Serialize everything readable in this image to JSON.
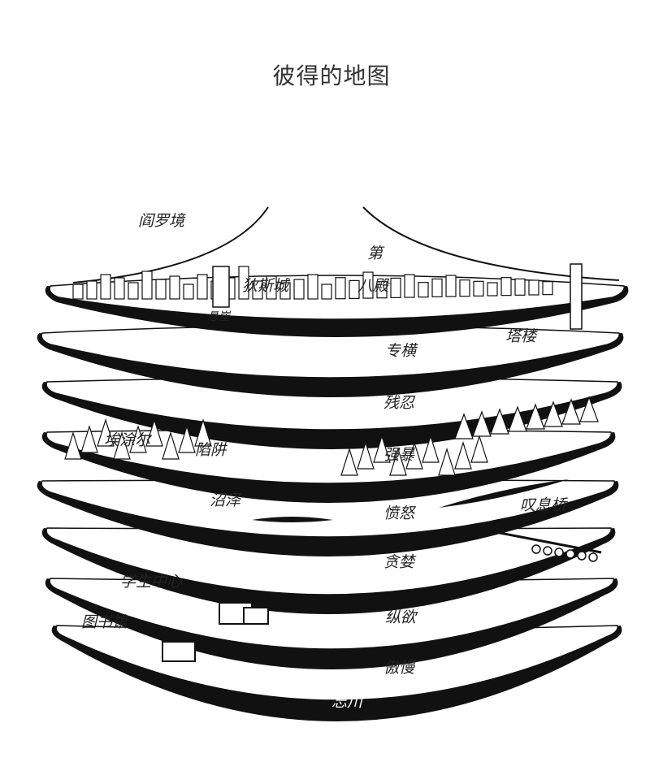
{
  "title": "彼得的地图",
  "map": {
    "regions": {
      "yanluo": "阎罗境",
      "eighth_hall_1": "第",
      "eighth_hall_2": "八殿",
      "dis": "狄斯城",
      "cliff": "悬崖",
      "tyranny": "专横",
      "tower": "塔楼",
      "cruelty": "残忍",
      "ai": "埃涂尔",
      "trap": "陷阱",
      "violence": "强暴",
      "swamp": "沼泽",
      "wrath": "愤怒",
      "bridge": "叹息桥",
      "greed": "贪婪",
      "student_center": "学生中心",
      "lust": "纵欲",
      "library": "图书馆",
      "pride": "傲慢",
      "lethe": "忘川"
    },
    "colors": {
      "ink": "#111111",
      "paper": "#ffffff"
    }
  }
}
